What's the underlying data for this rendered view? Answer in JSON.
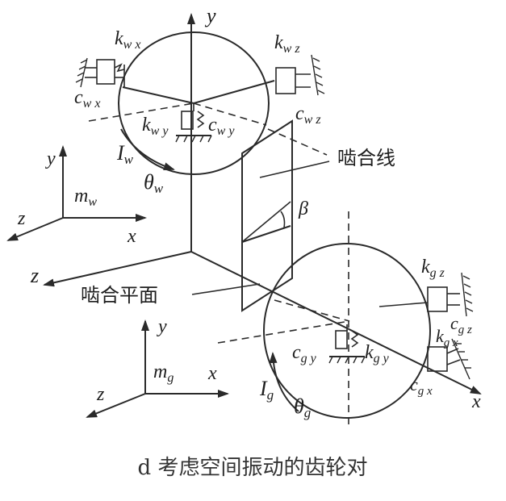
{
  "labels": {
    "y_main": "y",
    "z_main": "z",
    "x_bottom_right": "x",
    "k_wx": {
      "base": "k",
      "sub": "w x"
    },
    "k_wz": {
      "base": "k",
      "sub": "w z"
    },
    "c_wx": {
      "base": "c",
      "sub": "w x"
    },
    "c_wz": {
      "base": "c",
      "sub": "w z"
    },
    "k_wy": {
      "base": "k",
      "sub": "w y"
    },
    "c_wy": {
      "base": "c",
      "sub": "w y"
    },
    "I_w": {
      "base": "I",
      "sub": "w"
    },
    "theta_w": {
      "base": "θ",
      "sub": "w"
    },
    "frame_w": {
      "y": "y",
      "m": {
        "base": "m",
        "sub": "w"
      },
      "z": "z",
      "x": "x"
    },
    "mesh_line": "啮合线",
    "beta": "β",
    "mesh_plane": "啮合平面",
    "k_gz": {
      "base": "k",
      "sub": "g z"
    },
    "c_gz": {
      "base": "c",
      "sub": "g z"
    },
    "k_gx": {
      "base": "k",
      "sub": "g x"
    },
    "c_gx": {
      "base": "c",
      "sub": "g x"
    },
    "c_gy": {
      "base": "c",
      "sub": "g y"
    },
    "k_gy": {
      "base": "k",
      "sub": "g y"
    },
    "I_g": {
      "base": "I",
      "sub": "g"
    },
    "theta_g": {
      "base": "θ",
      "sub": "g"
    },
    "frame_g": {
      "y": "y",
      "m": {
        "base": "m",
        "sub": "g"
      },
      "z": "z",
      "x": "x"
    }
  },
  "caption": "d 考虑空间振动的齿轮对"
}
